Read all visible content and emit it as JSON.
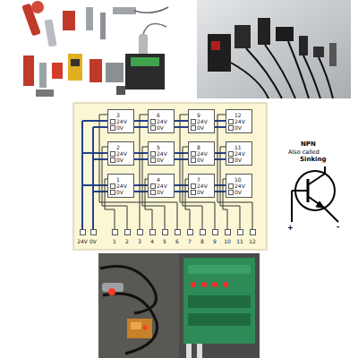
{
  "diagram": {
    "nodes": [
      {
        "text": [
          "3",
          "24V",
          "0V"
        ]
      },
      {
        "text": [
          "6",
          "24V",
          "0V"
        ]
      },
      {
        "text": [
          "9",
          "24V",
          "0V"
        ]
      },
      {
        "text": [
          "12",
          "24V",
          "0V"
        ]
      },
      {
        "text": [
          "2",
          "24V",
          "0V"
        ]
      },
      {
        "text": [
          "5",
          "24V",
          "0V"
        ]
      },
      {
        "text": [
          "8",
          "24V",
          "0V"
        ]
      },
      {
        "text": [
          "11",
          "24V",
          "0V"
        ]
      },
      {
        "text": [
          "1",
          "24V",
          "0V"
        ]
      },
      {
        "text": [
          "4",
          "24V",
          "0V"
        ]
      },
      {
        "text": [
          "7",
          "24V",
          "0V"
        ]
      },
      {
        "text": [
          "10",
          "24V",
          "0V"
        ]
      },
      {
        "text": [
          "24V"
        ]
      },
      {
        "text": [
          "0V"
        ]
      },
      {
        "text": [
          "1"
        ]
      },
      {
        "text": [
          "2"
        ]
      },
      {
        "text": [
          "3"
        ]
      },
      {
        "text": [
          "4"
        ]
      },
      {
        "text": [
          "5"
        ]
      },
      {
        "text": [
          "6"
        ]
      },
      {
        "text": [
          "7"
        ]
      },
      {
        "text": [
          "8"
        ]
      },
      {
        "text": [
          "9"
        ]
      },
      {
        "text": [
          "10"
        ]
      },
      {
        "text": [
          "11"
        ]
      },
      {
        "text": [
          "12"
        ]
      }
    ],
    "edges": [
      {
        "from": 14,
        "to": 8,
        "arrow": "none"
      },
      {
        "from": 15,
        "to": 4,
        "arrow": "none"
      },
      {
        "from": 16,
        "to": 0,
        "arrow": "none"
      },
      {
        "from": 17,
        "to": 9,
        "arrow": "none"
      },
      {
        "from": 18,
        "to": 5,
        "arrow": "none"
      },
      {
        "from": 19,
        "to": 1,
        "arrow": "none"
      },
      {
        "from": 20,
        "to": 10,
        "arrow": "none"
      },
      {
        "from": 21,
        "to": 6,
        "arrow": "none"
      },
      {
        "from": 22,
        "to": 2,
        "arrow": "none"
      },
      {
        "from": 23,
        "to": 11,
        "arrow": "none"
      },
      {
        "from": 24,
        "to": 7,
        "arrow": "none"
      },
      {
        "from": 25,
        "to": 3,
        "arrow": "none"
      }
    ],
    "labels": [
      "NPN",
      "Also called",
      "Sinking",
      "+",
      "-"
    ]
  }
}
